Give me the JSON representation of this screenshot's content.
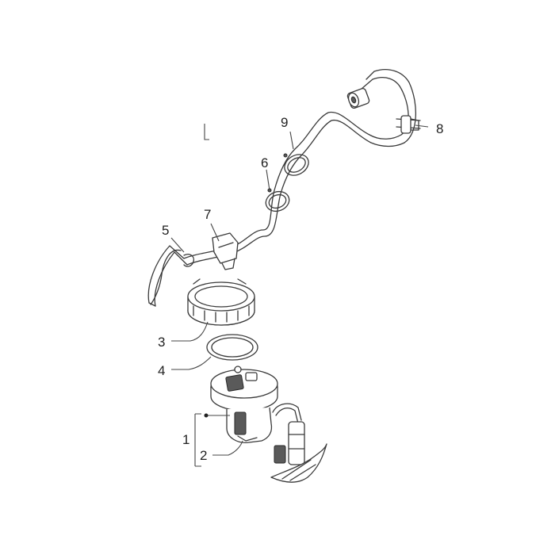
{
  "callouts": {
    "c1": "1",
    "c2": "2",
    "c3": "3",
    "c4": "4",
    "c5": "5",
    "c6": "6",
    "c7": "7",
    "c8": "8",
    "c9": "9"
  },
  "colors": {
    "line": "#3a3a3a",
    "pump_dark": "#5a5a5a",
    "background": "#ffffff"
  }
}
